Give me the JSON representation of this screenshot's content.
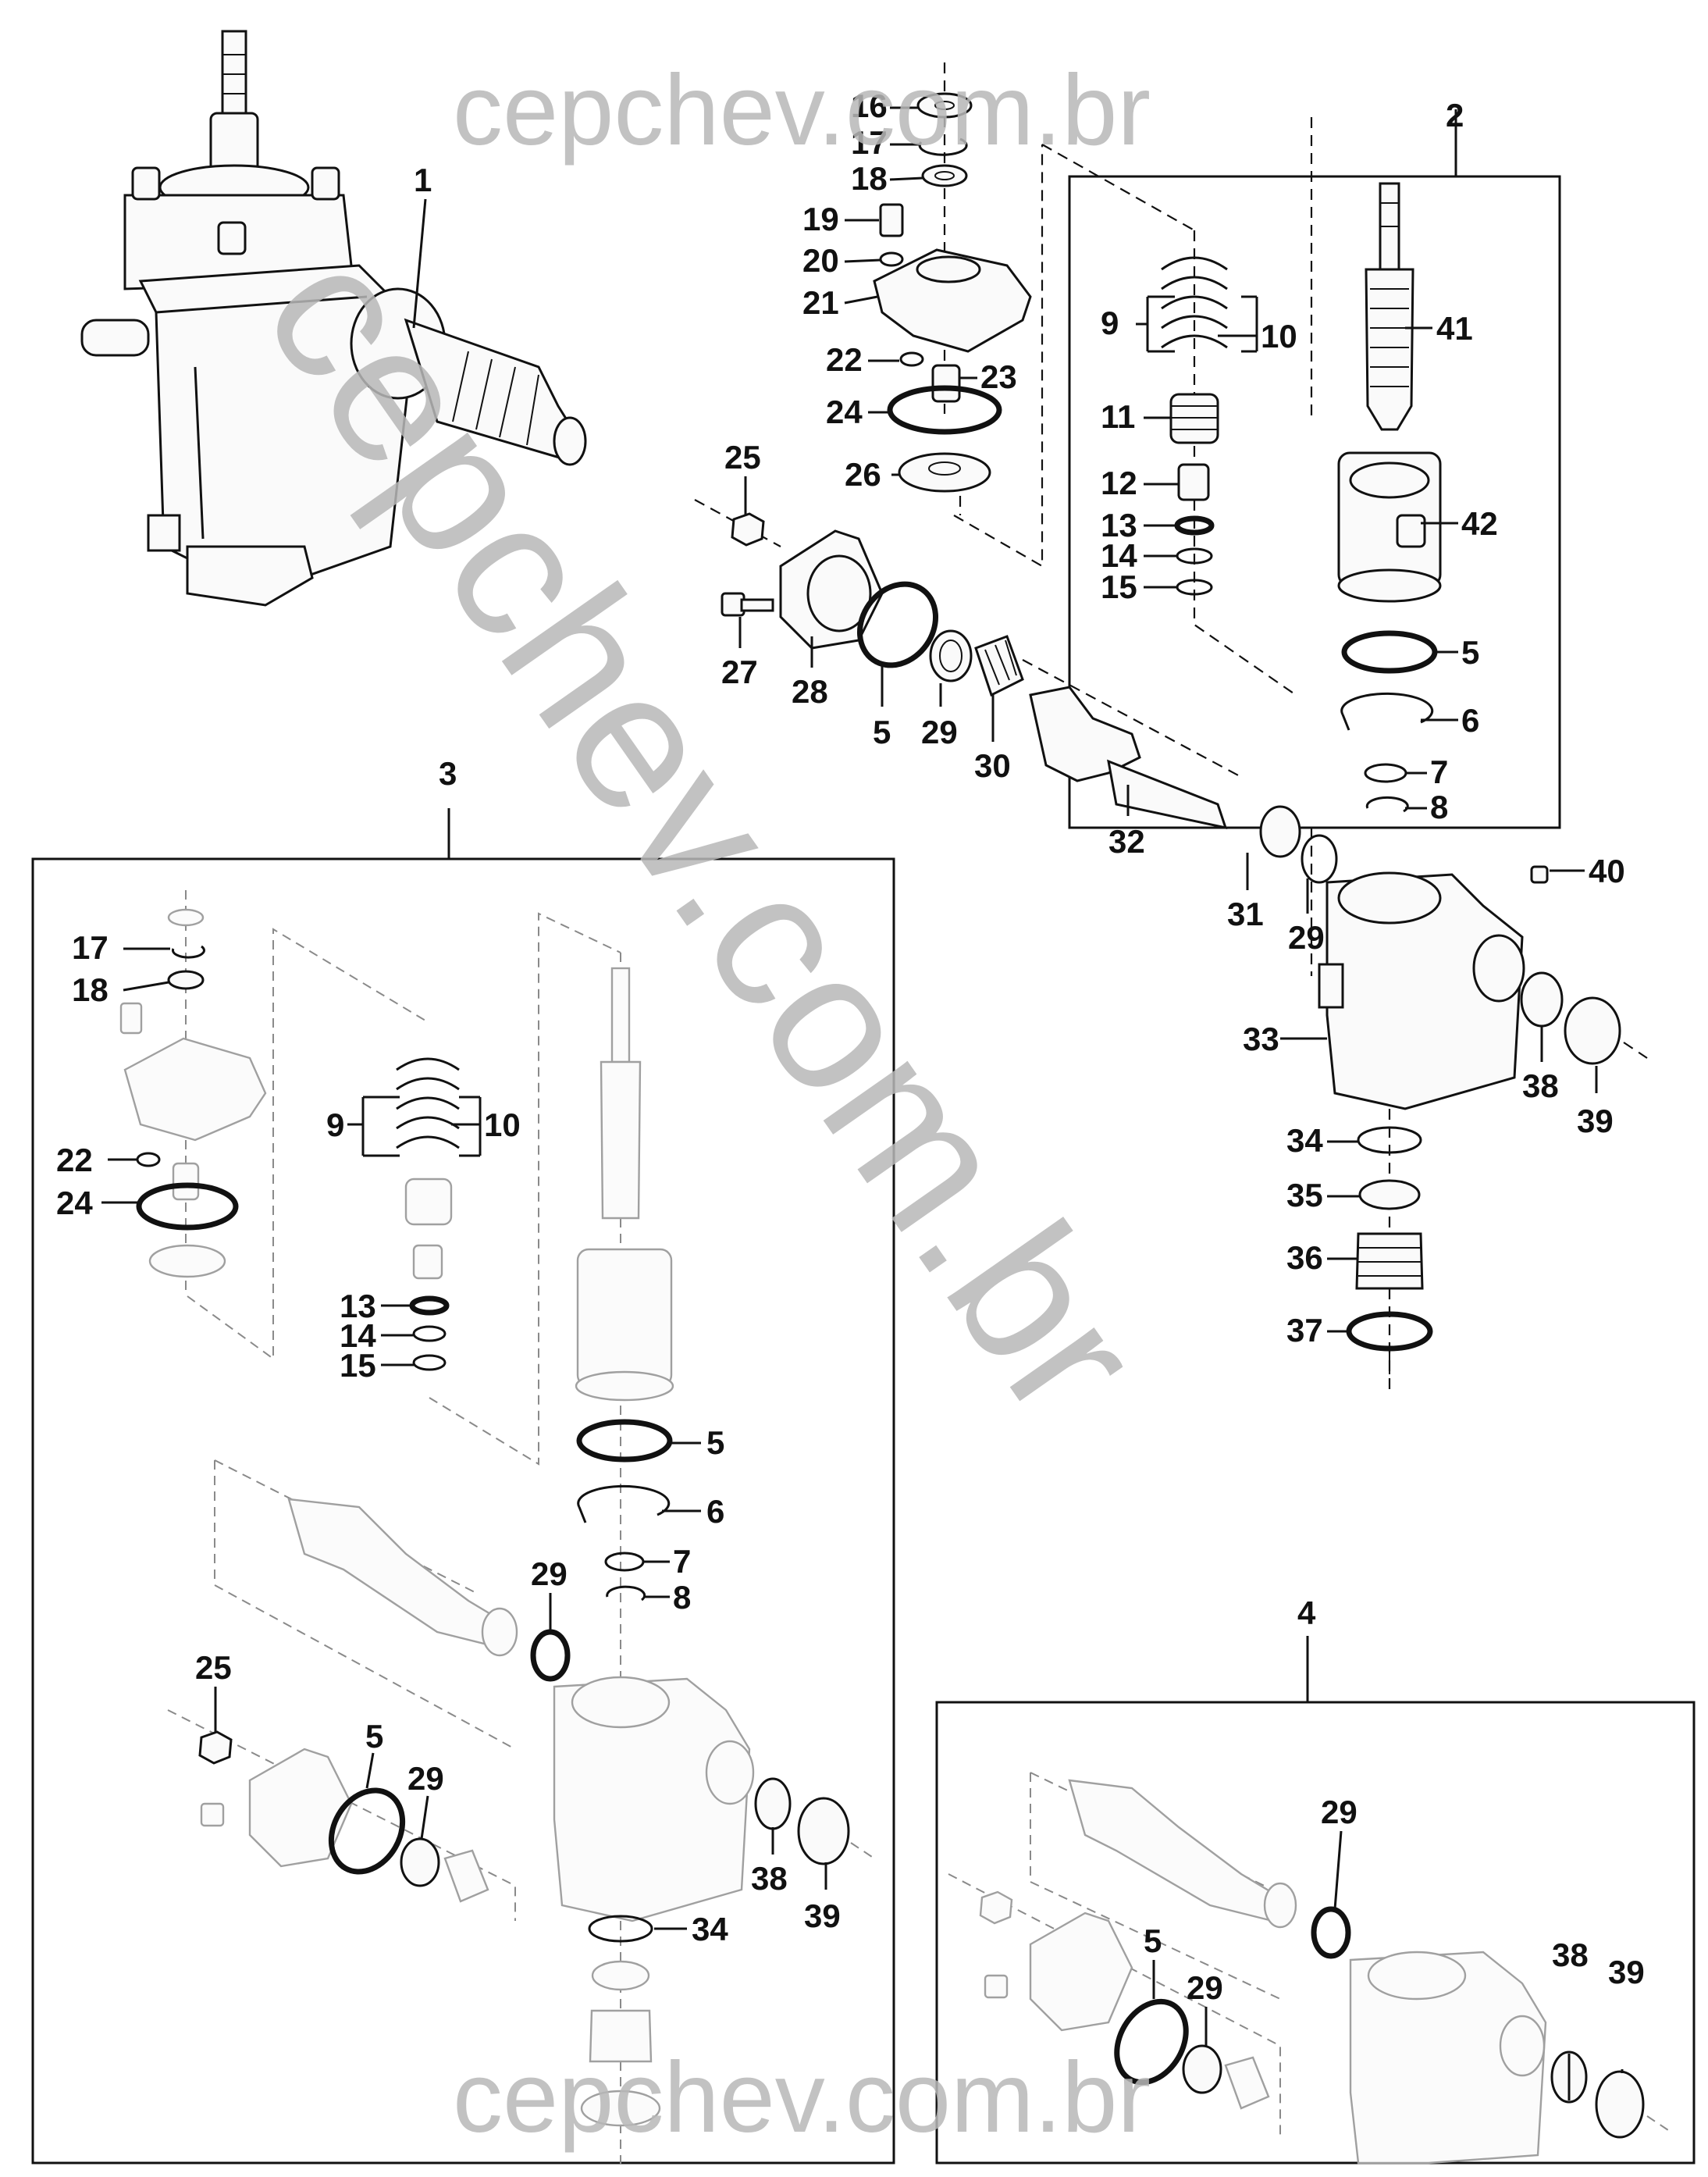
{
  "watermark": {
    "top": "cepchev.com.br",
    "diagonal": "cepchev.com.br",
    "bottom": "cepchev.com.br",
    "color": "#b8b8b8"
  },
  "colors": {
    "line": "#111111",
    "ghost": "#9a9a9a",
    "background": "#ffffff"
  },
  "callouts": {
    "main": [
      "1",
      "16",
      "17",
      "18",
      "19",
      "20",
      "21",
      "22",
      "23",
      "24",
      "25",
      "26",
      "27",
      "28",
      "5",
      "29",
      "30",
      "32",
      "31",
      "29",
      "33",
      "40",
      "34",
      "35",
      "36",
      "37",
      "38",
      "39"
    ],
    "kit2": [
      "2",
      "9",
      "10",
      "41",
      "11",
      "12",
      "42",
      "13",
      "14",
      "15",
      "5",
      "6",
      "7",
      "8"
    ],
    "kit3": [
      "3",
      "17",
      "18",
      "9",
      "10",
      "22",
      "24",
      "13",
      "14",
      "15",
      "5",
      "6",
      "7",
      "8",
      "29",
      "25",
      "5",
      "29",
      "38",
      "39",
      "34"
    ],
    "kit4": [
      "4",
      "29",
      "5",
      "29",
      "38",
      "39"
    ]
  }
}
